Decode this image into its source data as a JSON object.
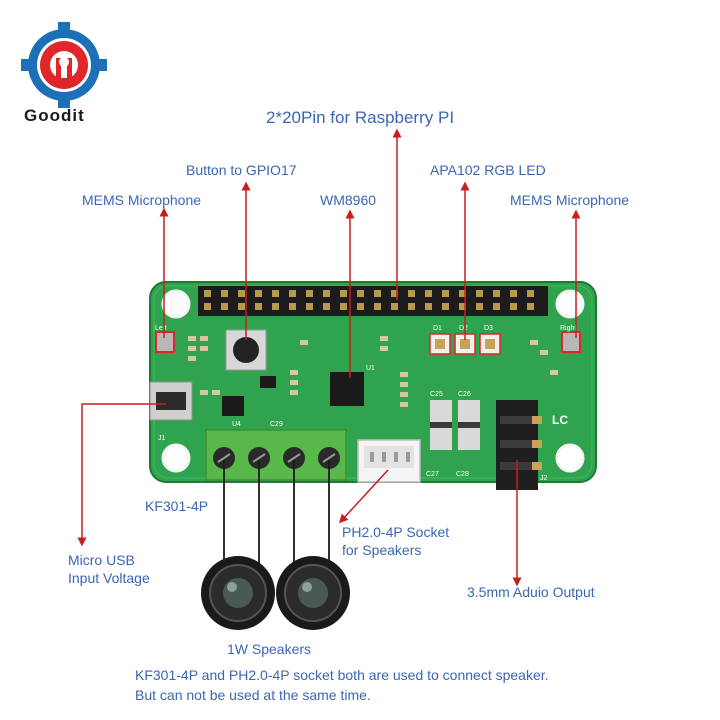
{
  "brand": {
    "name": "Goodit"
  },
  "title": "2*20Pin for Raspberry PI",
  "callouts": {
    "mems_left": "MEMS Microphone",
    "button": "Button to GPIO17",
    "wm8960": "WM8960",
    "apa102": "APA102 RGB LED",
    "mems_right": "MEMS Microphone",
    "kf301": "KF301-4P",
    "micro_usb_line1": "Micro USB",
    "micro_usb_line2": "Input Voltage",
    "ph20_line1": "PH2.0-4P Socket",
    "ph20_line2": "for Speakers",
    "audio_out": "3.5mm Aduio Output",
    "speakers": "1W Speakers"
  },
  "note": {
    "line1": "KF301-4P and PH2.0-4P socket both are used to connect speaker.",
    "line2": "But can not be used at the same time."
  },
  "silkscreen": {
    "left": "Left",
    "right": "Right",
    "lc": "LC",
    "j1": "J1",
    "j2": "J2",
    "u1": "U1",
    "u4": "U4",
    "d1": "D1",
    "d2": "D2",
    "d3": "D3",
    "c25": "C25",
    "c26": "C26",
    "c27": "C27",
    "c28": "C28",
    "c29": "C29"
  },
  "colors": {
    "board": "#2fa34d",
    "label": "#3a66b3",
    "pointer": "#c81e1e",
    "terminal": "#58b84a"
  }
}
